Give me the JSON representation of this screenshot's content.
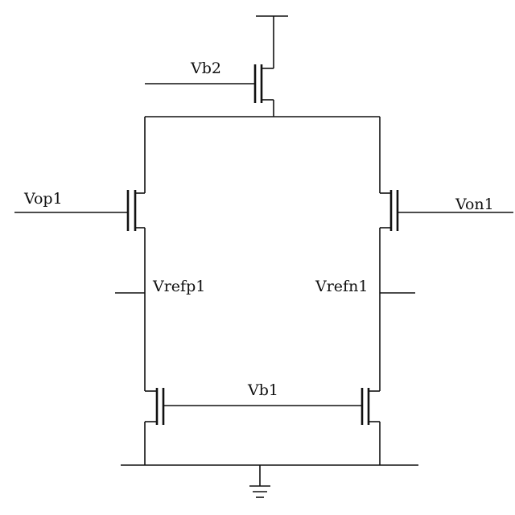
{
  "labels": {
    "vb2": "Vb2",
    "vop1": "Vop1",
    "von1": "Von1",
    "vrefp1": "Vrefp1",
    "vrefn1": "Vrefn1",
    "vb1": "Vb1"
  },
  "colors": {
    "stroke": "#111111",
    "background": "#ffffff"
  }
}
